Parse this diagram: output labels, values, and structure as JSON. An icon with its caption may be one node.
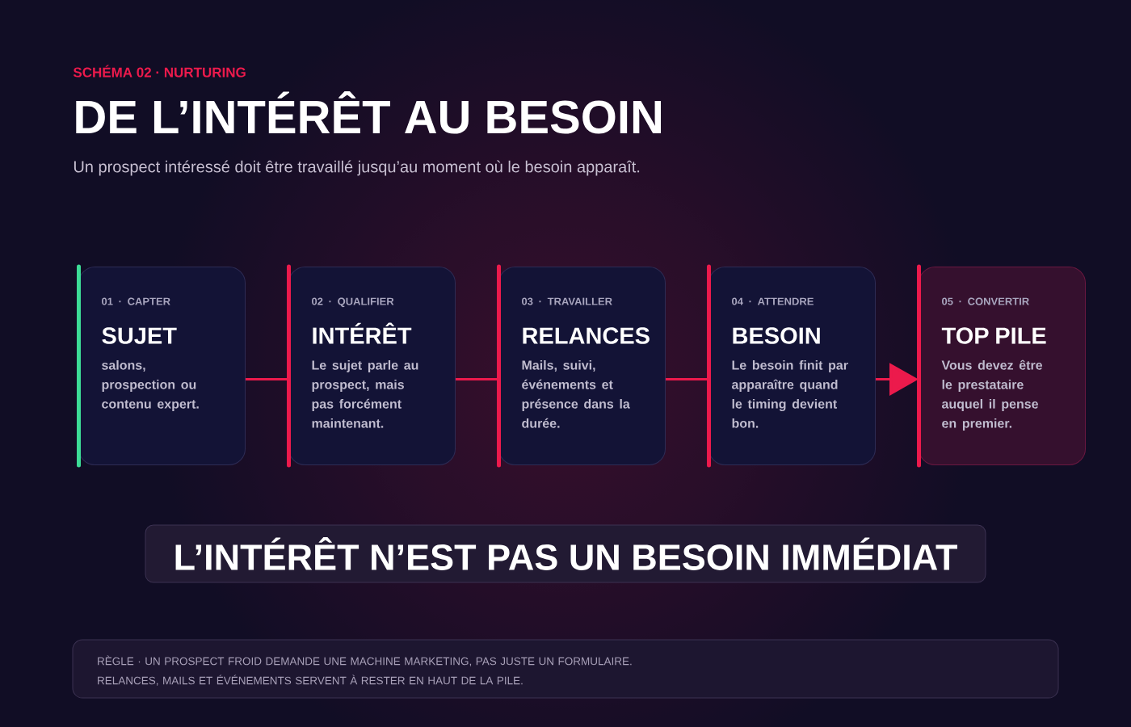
{
  "diagram": {
    "title": "DE L’INTÉRÊT AU BESOIN",
    "nodes": [
      {
        "text": [
          "01 · CAPTER",
          "SUJET",
          "salons, prospection ou contenu expert."
        ]
      },
      {
        "text": [
          "02 · QUALIFIER",
          "INTÉRÊT",
          "Le sujet parle au prospect, mais pas forcément maintenant."
        ]
      },
      {
        "text": [
          "03 · TRAVAILLER",
          "RELANCES",
          "Mails, suivi, événements et présence dans la durée."
        ]
      },
      {
        "text": [
          "04 · ATTENDRE",
          "BESOIN",
          "Le besoin finit par apparaître quand le timing devient bon."
        ]
      },
      {
        "text": [
          "05 · CONVERTIR",
          "TOP PILE",
          "Vous devez être le prestataire auquel il pense en premier."
        ]
      },
      {
        "text": [
          "L’INTÉRÊT N’EST PAS UN BESOIN IMMÉDIAT"
        ]
      },
      {
        "text": [
          "RÈGLE · UN PROSPECT FROID DEMANDE UNE MACHINE MARKETING, PAS JUSTE UN FORMULAIRE.",
          "RELANCES, MAILS ET ÉVÉNEMENTS SERVENT À RESTER EN HAUT DE LA PILE."
        ]
      }
    ],
    "edges": [
      {
        "from": 0,
        "to": 1,
        "arrow": "none"
      },
      {
        "from": 1,
        "to": 2,
        "arrow": "none"
      },
      {
        "from": 2,
        "to": 3,
        "arrow": "none"
      },
      {
        "from": 3,
        "to": 4,
        "arrow": "to"
      }
    ],
    "labels": [
      "SCHÉMA 02 · NURTURING",
      "Un prospect intéressé doit être travaillé jusqu’au moment où le besoin apparaît."
    ]
  }
}
